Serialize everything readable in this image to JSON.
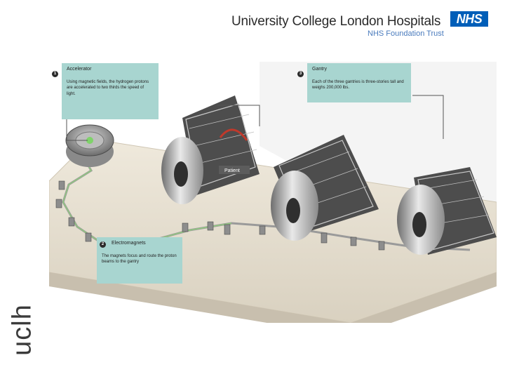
{
  "header": {
    "org_name": "University College London Hospitals",
    "org_subtitle": "NHS Foundation Trust",
    "nhs_logo": "NHS"
  },
  "brand": {
    "vertical_text": "uclh"
  },
  "scene": {
    "patient_label": "Patient"
  },
  "callouts": {
    "accelerator": {
      "number": "1",
      "title": "Accelerator",
      "body": "Using magnetic fields, the hydrogen protons are accelerated to two thirds the speed of light."
    },
    "electromagnets": {
      "number": "2",
      "title": "Electromagnets",
      "body": "The magnets focus and route the proton beams to the gantry"
    },
    "gantry": {
      "number": "3",
      "title": "Gantry",
      "body": "Each of the three gantries is three-stories tall and weighs 200,000 lbs."
    }
  },
  "colors": {
    "callout_fill": "#a8d5d0",
    "nhs_blue": "#005eb8",
    "subtitle_blue": "#4a7bbd"
  }
}
